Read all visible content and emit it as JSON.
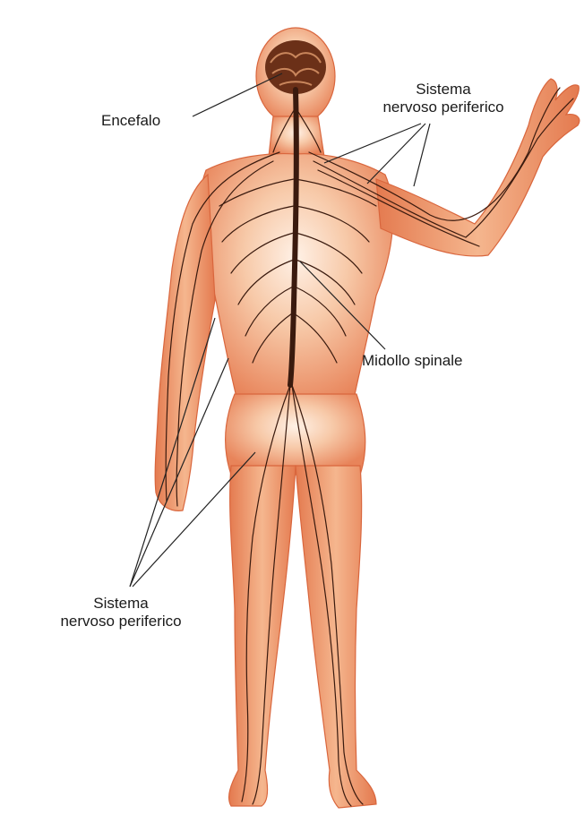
{
  "labels": {
    "brain": "Encefalo",
    "peripheral_top_line1": "Sistema",
    "peripheral_top_line2": "nervoso periferico",
    "spinal_cord": "Midollo spinale",
    "peripheral_bottom_line1": "Sistema",
    "peripheral_bottom_line2": "nervoso periferico"
  },
  "colors": {
    "skin_outer": "#e8845a",
    "skin_inner": "#f7c9a8",
    "skin_highlight": "#fff1e6",
    "nerve": "#3a1a0e",
    "brain": "#6b3018",
    "leader_line": "#222222"
  }
}
